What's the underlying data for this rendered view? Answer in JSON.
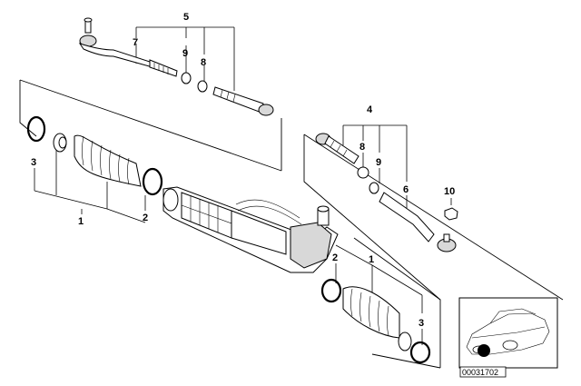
{
  "callouts": {
    "c5": "5",
    "c7": "7",
    "c9_top": "9",
    "c8_top": "8",
    "c3_left": "3",
    "c1_left": "1",
    "c2_left": "2",
    "c4": "4",
    "c8_right": "8",
    "c9_right": "9",
    "c6": "6",
    "c10": "10",
    "c2_right": "2",
    "c1_right": "1",
    "c3_right": "3"
  },
  "thumbnail": {
    "code": "00031702"
  }
}
